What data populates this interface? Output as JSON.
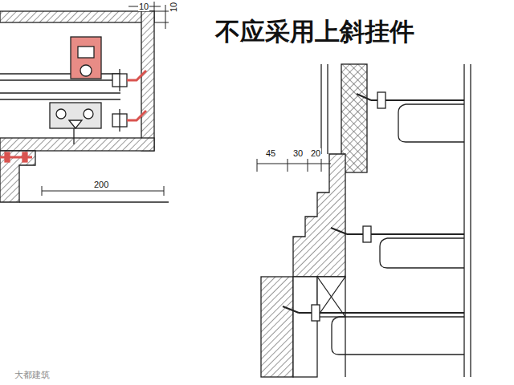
{
  "diagram": {
    "title": "不应采用上斜挂件",
    "labels": [
      "10",
      "10",
      "200",
      "45",
      "30",
      "20",
      "大都建筑"
    ]
  }
}
